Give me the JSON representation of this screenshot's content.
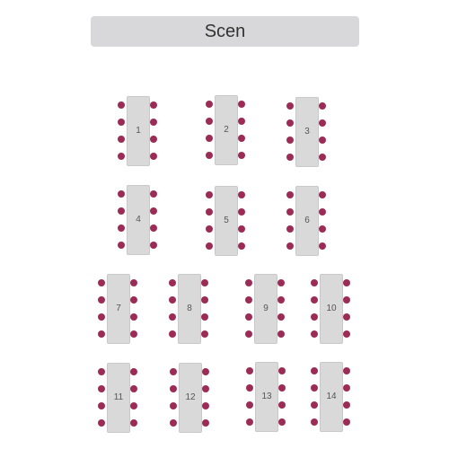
{
  "stage": {
    "label": "Scen"
  },
  "seat_color": "#9c2c55",
  "table_color": "#d9d9d9",
  "seats_per_side": 4,
  "tables": [
    {
      "number": "1"
    },
    {
      "number": "2"
    },
    {
      "number": "3"
    },
    {
      "number": "4"
    },
    {
      "number": "5"
    },
    {
      "number": "6"
    },
    {
      "number": "7"
    },
    {
      "number": "8"
    },
    {
      "number": "9"
    },
    {
      "number": "10"
    },
    {
      "number": "11"
    },
    {
      "number": "12"
    },
    {
      "number": "13"
    },
    {
      "number": "14"
    }
  ]
}
